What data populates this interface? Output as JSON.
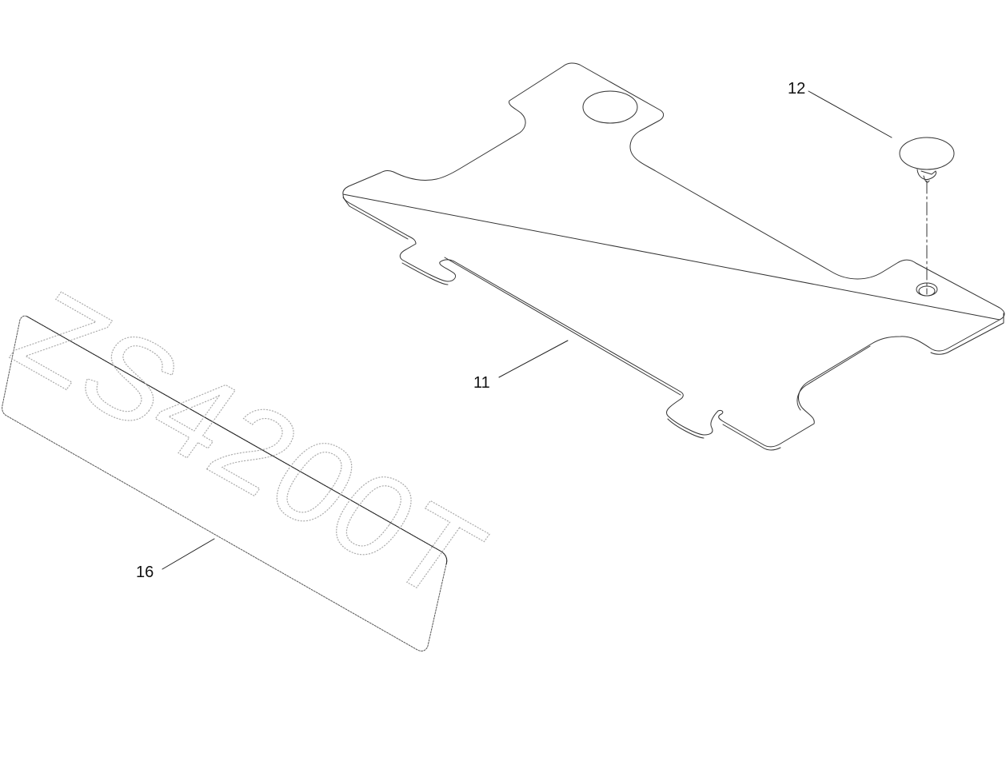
{
  "diagram": {
    "type": "exploded-parts-view",
    "line_color": "#333333",
    "background": "#ffffff",
    "parts": [
      {
        "id": "plate",
        "callout": "11",
        "description": "flat plate with notched tabs and two holes"
      },
      {
        "id": "push-plug",
        "callout": "12",
        "description": "round push-in plug/cap fastener with dashed assembly line to hole"
      },
      {
        "id": "decal",
        "callout": "16",
        "description": "rectangular decal with outlined lettering",
        "decal_text": "ZS4200T"
      }
    ]
  },
  "callouts": {
    "c11": "11",
    "c12": "12",
    "c16": "16"
  },
  "decal": {
    "text": "ZS4200T"
  }
}
